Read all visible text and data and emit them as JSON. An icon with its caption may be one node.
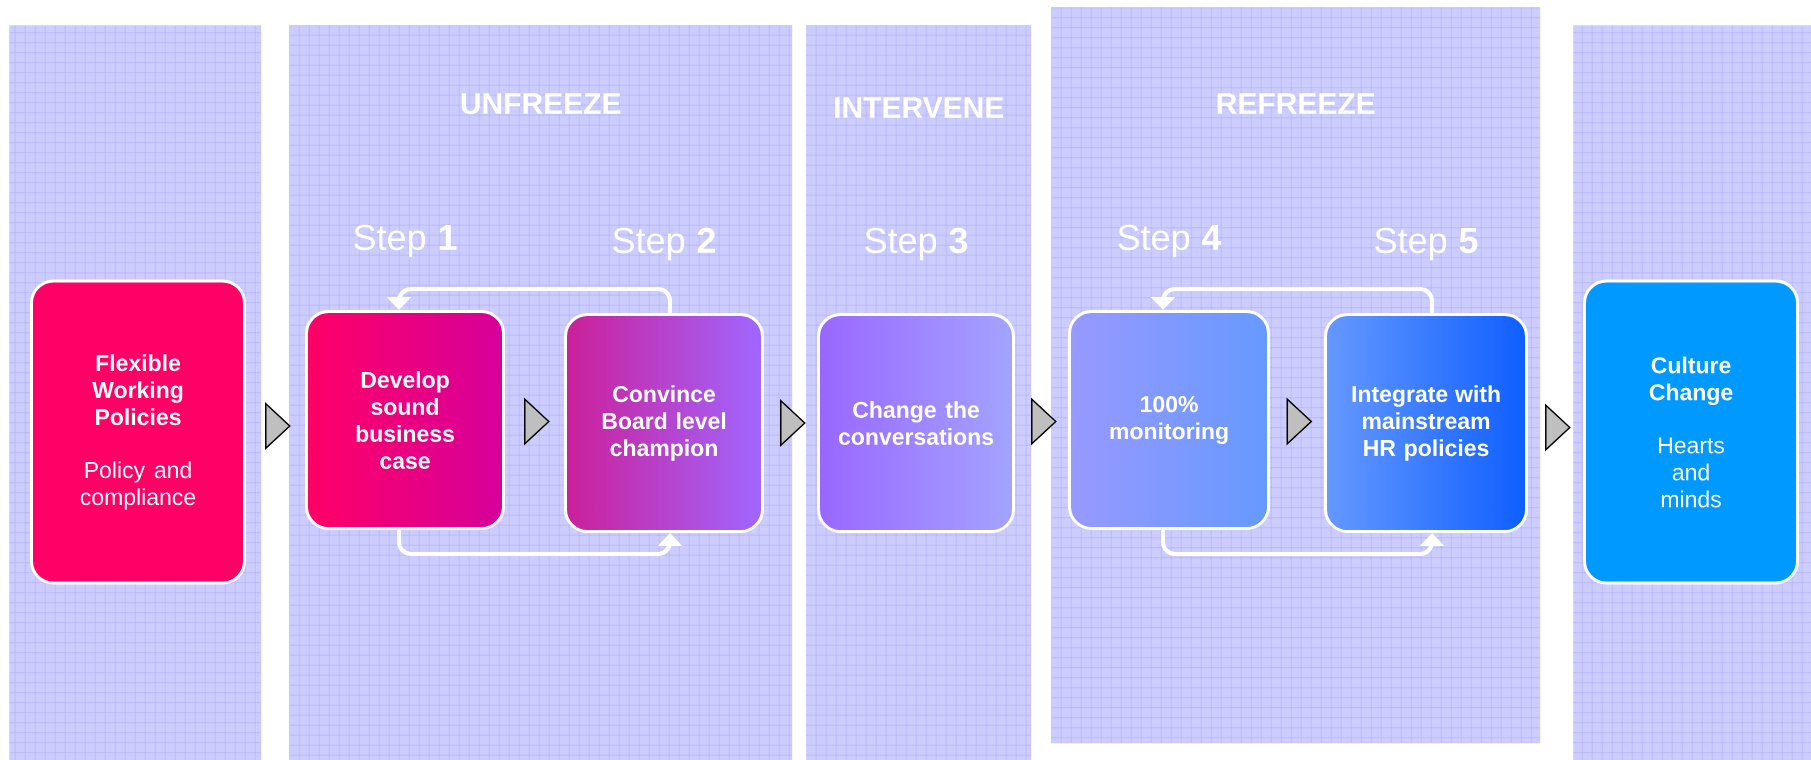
{
  "diagram": {
    "nodes": [
      {
        "text": [],
        "shape": "band"
      },
      {
        "text": [
          "Flexible Working Policies",
          "Policy and compliance"
        ],
        "in": 0
      },
      {
        "text": [
          "UNFREEZE"
        ]
      },
      {
        "text": [
          "Develop sound business case"
        ],
        "in": 2,
        "beside": [
          "Step **1**"
        ]
      },
      {
        "text": [
          "Convince Board level champion"
        ],
        "in": 2,
        "beside": [
          "Step **2**"
        ]
      },
      {
        "text": [
          "INTERVENE"
        ]
      },
      {
        "text": [
          "Change the conversations"
        ],
        "in": 5,
        "beside": [
          "Step **3**"
        ]
      },
      {
        "text": [
          "REFREEZE"
        ]
      },
      {
        "text": [
          "100% monitoring"
        ],
        "in": 7,
        "beside": [
          "Step **4**"
        ]
      },
      {
        "text": [
          "Integrate with mainstream HR policies"
        ],
        "in": 7,
        "beside": [
          "Step **5**"
        ]
      },
      {
        "text": [],
        "shape": "band"
      },
      {
        "text": [
          "Culture Change",
          "Hearts and minds"
        ],
        "in": 10
      }
    ],
    "edges": [
      {
        "from": 1,
        "to": 3,
        "arrow": "to"
      },
      {
        "from": 3,
        "to": 4,
        "arrow": "to"
      },
      {
        "from": 4,
        "to": 6,
        "arrow": "to"
      },
      {
        "from": 6,
        "to": 8,
        "arrow": "to"
      },
      {
        "from": 8,
        "to": 9,
        "arrow": "to"
      },
      {
        "from": 9,
        "to": 11,
        "arrow": "to"
      },
      {
        "from": 4,
        "to": 3,
        "arrow": "to",
        "color": "#ffffff"
      },
      {
        "from": 3,
        "to": 4,
        "arrow": "to",
        "color": "#ffffff"
      },
      {
        "from": 9,
        "to": 8,
        "arrow": "to",
        "color": "#ffffff"
      },
      {
        "from": 8,
        "to": 9,
        "arrow": "to",
        "color": "#ffffff"
      }
    ]
  }
}
